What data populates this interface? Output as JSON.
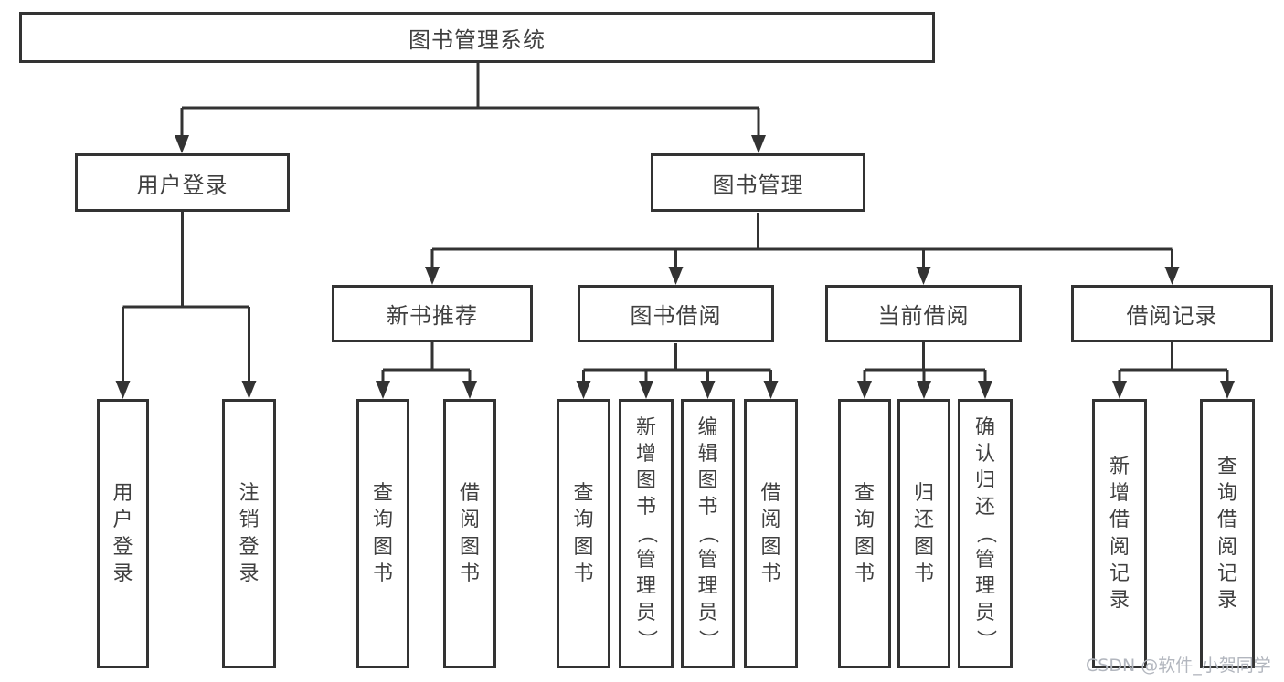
{
  "nodes": {
    "root": "图书管理系统",
    "level2": [
      "用户登录",
      "图书管理"
    ],
    "level3": [
      "新书推荐",
      "图书借阅",
      "当前借阅",
      "借阅记录"
    ],
    "leaves": [
      "用户登录",
      "注销登录",
      "查询图书",
      "借阅图书",
      "查询图书",
      "新增图书（管理员）",
      "编辑图书（管理员）",
      "借阅图书",
      "查询图书",
      "归还图书",
      "确认归还（管理员）",
      "新增借阅记录",
      "查询借阅记录"
    ]
  },
  "colors": {
    "line": "#333333",
    "text": "#404040",
    "background": "#ffffff",
    "watermark": "#b2b6be"
  },
  "watermark": "CSDN @软件_小贺同学"
}
